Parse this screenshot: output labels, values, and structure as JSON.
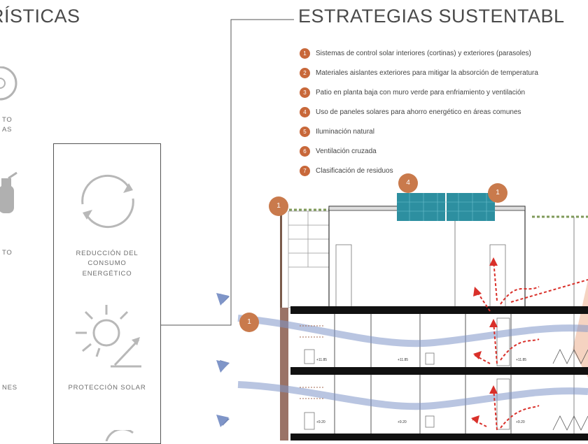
{
  "left_heading": "RÍSTICAS",
  "right_heading": "ESTRATEGIAS SUSTENTABL",
  "left_fragments": {
    "frag1_line1": "TO",
    "frag1_line2": "AS",
    "frag2": "TO",
    "frag3": "NES"
  },
  "panel": {
    "item1_line1": "REDUCCIÓN DEL",
    "item1_line2": "CONSUMO",
    "item1_line3": "ENERGÉTICO",
    "item2": "PROTECCIÓN SOLAR"
  },
  "strategies": [
    {
      "num": "1",
      "text": "Sistemas de control solar interiores (cortinas) y exteriores (parasoles)"
    },
    {
      "num": "2",
      "text": "Materiales aislantes exteriores para mitigar la absorción de temperatura"
    },
    {
      "num": "3",
      "text": "Patio en planta baja con muro verde  para enfriamiento y ventilación"
    },
    {
      "num": "4",
      "text": "Uso de paneles solares para ahorro energético en áreas comunes"
    },
    {
      "num": "5",
      "text": "Iluminación natural"
    },
    {
      "num": "6",
      "text": "Ventilación cruzada"
    },
    {
      "num": "7",
      "text": "Clasificación de residuos"
    }
  ],
  "markers": {
    "m1": "1",
    "m2": "4",
    "m3": "1",
    "m4": "1"
  },
  "levels": {
    "l1a": "+11.85",
    "l1b": "+11.85",
    "l1c": "+11.85",
    "l2a": "+9.20",
    "l2b": "+9.20",
    "l2c": "+9.20"
  },
  "colors": {
    "accent": "#c8683a",
    "airflow": "#7f95c8",
    "heat": "#d9302a",
    "panel": "#2d8fa0",
    "text": "#4a4a4a"
  }
}
